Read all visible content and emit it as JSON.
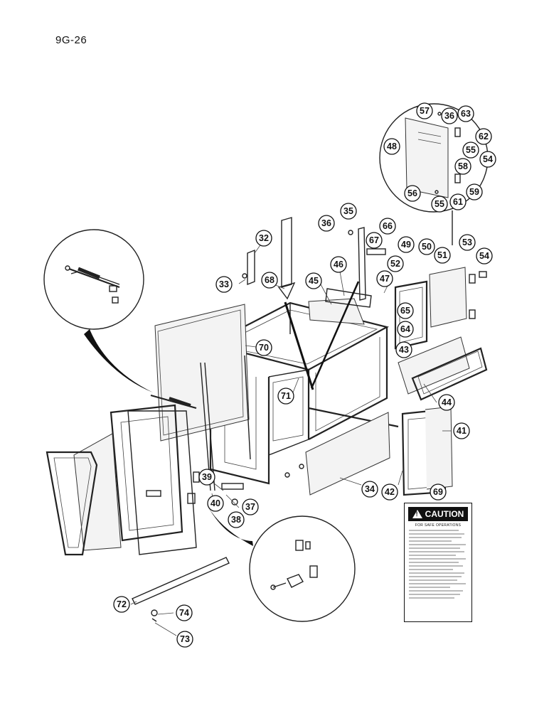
{
  "page_code": "9G-26",
  "decal": {
    "header": "CAUTION",
    "subheader": "FOR SAFE OPERATIONS"
  },
  "callouts": {
    "c32": "32",
    "c33": "33",
    "c34": "34",
    "c35": "35",
    "c36a": "36",
    "c36b": "36",
    "c37": "37",
    "c38": "38",
    "c39": "39",
    "c40": "40",
    "c41": "41",
    "c42": "42",
    "c43": "43",
    "c44": "44",
    "c45": "45",
    "c46": "46",
    "c47": "47",
    "c48": "48",
    "c49": "49",
    "c50": "50",
    "c51": "51",
    "c52": "52",
    "c53": "53",
    "c54a": "54",
    "c54b": "54",
    "c55a": "55",
    "c55b": "55",
    "c56": "56",
    "c57": "57",
    "c58": "58",
    "c59": "59",
    "c61": "61",
    "c62": "62",
    "c63": "63",
    "c64": "64",
    "c65": "65",
    "c66": "66",
    "c67": "67",
    "c68": "68",
    "c69": "69",
    "c70": "70",
    "c71": "71",
    "c72": "72",
    "c73": "73",
    "c74": "74"
  }
}
